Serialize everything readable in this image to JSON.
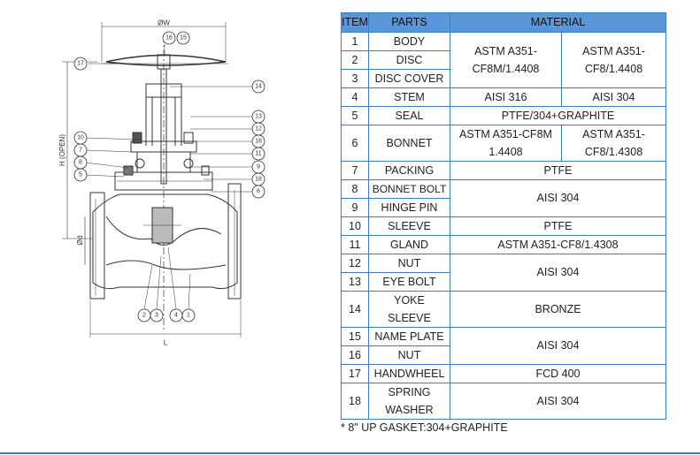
{
  "drawing": {
    "balloons": {
      "b1": "1",
      "b2": "2",
      "b3": "3",
      "b4": "4",
      "b5": "5",
      "b6": "6",
      "b7": "7",
      "b8": "8",
      "b9": "9",
      "b10": "10",
      "b11": "11",
      "b12": "12",
      "b13": "13",
      "b14": "14",
      "b15": "15",
      "b16": "16",
      "b17": "17",
      "b18a": "18",
      "b18b": "18"
    },
    "dimensions": {
      "w": "ØW",
      "h": "H (OPEN)",
      "d": "Ød",
      "l": "L"
    }
  },
  "table": {
    "headers": {
      "item": "ITEM",
      "parts": "PARTS",
      "material": "MATERIAL"
    },
    "rows": {
      "r1": {
        "item": "1",
        "part": "BODY"
      },
      "r2": {
        "item": "2",
        "part": "DISC"
      },
      "r3": {
        "item": "3",
        "part": "DISC COVER"
      },
      "r4": {
        "item": "4",
        "part": "STEM"
      },
      "r5": {
        "item": "5",
        "part": "SEAL"
      },
      "r6": {
        "item": "6",
        "part": "BONNET"
      },
      "r7": {
        "item": "7",
        "part": "PACKING"
      },
      "r8": {
        "item": "8",
        "part": "BONNET BOLT"
      },
      "r9": {
        "item": "9",
        "part": "HINGE PIN"
      },
      "r10": {
        "item": "10",
        "part": "SLEEVE"
      },
      "r11": {
        "item": "11",
        "part": "GLAND"
      },
      "r12": {
        "item": "12",
        "part": "NUT"
      },
      "r13": {
        "item": "13",
        "part": "EYE BOLT"
      },
      "r14": {
        "item": "14",
        "part1": "YOKE",
        "part2": "SLEEVE"
      },
      "r15": {
        "item": "15",
        "part": "NAME PLATE"
      },
      "r16": {
        "item": "16",
        "part": "NUT"
      },
      "r17": {
        "item": "17",
        "part": "HANDWHEEL"
      },
      "r18": {
        "item": "18",
        "part1": "SPRING",
        "part2": "WASHER"
      }
    },
    "materials": {
      "m1_3_a1": "ASTM A351-",
      "m1_3_a2": "CF8M/1.4408",
      "m1_3_b1": "ASTM A351-",
      "m1_3_b2": "CF8/1.4408",
      "m4_a": "AISI 316",
      "m4_b": "AISI 304",
      "m5": "PTFE/304+GRAPHITE",
      "m6_a1": "ASTM A351-CF8M",
      "m6_a2": "1.4408",
      "m6_b1": "ASTM A351-",
      "m6_b2": "CF8/1.4308",
      "m7": "PTFE",
      "m8_9": "AISI 304",
      "m10": "PTFE",
      "m11": "ASTM A351-CF8/1.4308",
      "m12_13": "AISI 304",
      "m14": "BRONZE",
      "m15_16": "AISI 304",
      "m17": "FCD 400",
      "m18": "AISI 304"
    }
  },
  "note": "* 8\" UP GASKET:304+GRAPHITE",
  "colors": {
    "header_bg": "#5b97d8",
    "border": "#3a7dc0"
  }
}
